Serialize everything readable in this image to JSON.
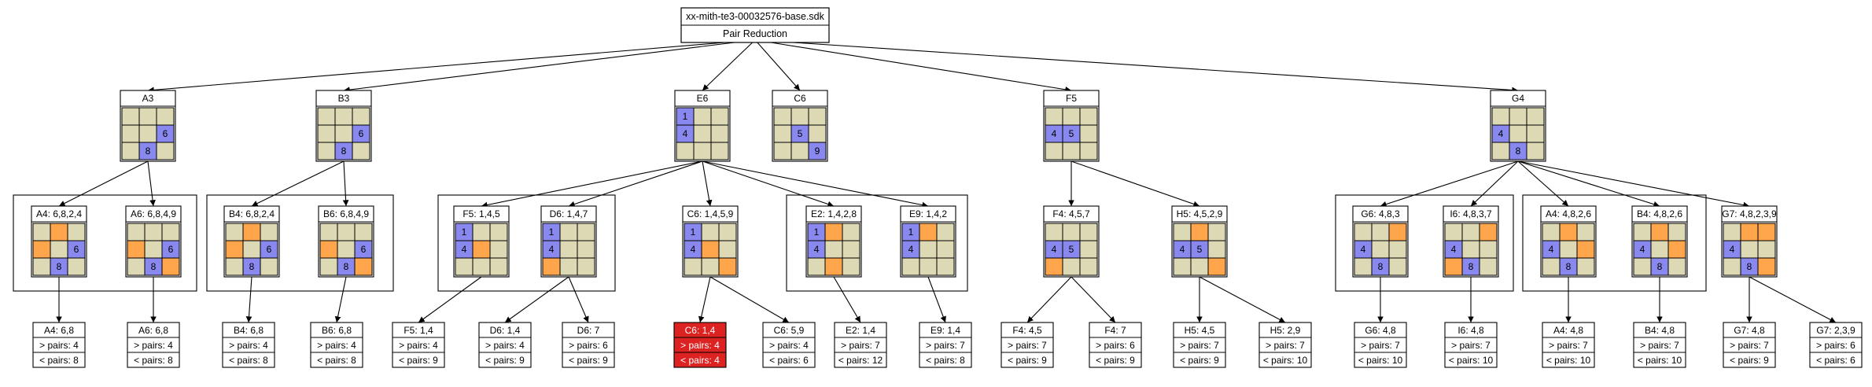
{
  "colors": {
    "empty": "#ddd9b5",
    "filled": "#8888ee",
    "highlight": "#ffa64d",
    "contradiction": "#dd2222",
    "line": "#000000"
  },
  "root": {
    "title": "xx-mith-te3-00032576-base.sdk",
    "subtitle": "Pair Reduction"
  },
  "groups": [
    {
      "id": "A3",
      "label": "A3",
      "grid": [
        [
          0,
          0,
          0
        ],
        [
          0,
          0,
          6
        ],
        [
          0,
          8,
          0
        ]
      ],
      "hl": []
    },
    {
      "id": "B3",
      "label": "B3",
      "grid": [
        [
          0,
          0,
          0
        ],
        [
          0,
          0,
          6
        ],
        [
          0,
          8,
          0
        ]
      ],
      "hl": []
    },
    {
      "id": "E6",
      "label": "E6",
      "grid": [
        [
          1,
          0,
          0
        ],
        [
          4,
          0,
          0
        ],
        [
          0,
          0,
          0
        ]
      ],
      "hl": []
    },
    {
      "id": "C6",
      "label": "C6",
      "grid": [
        [
          0,
          0,
          0
        ],
        [
          0,
          5,
          0
        ],
        [
          0,
          0,
          9
        ]
      ],
      "hl": []
    },
    {
      "id": "F5",
      "label": "F5",
      "grid": [
        [
          0,
          0,
          0
        ],
        [
          4,
          5,
          0
        ],
        [
          0,
          0,
          0
        ]
      ],
      "hl": []
    },
    {
      "id": "G4",
      "label": "G4",
      "grid": [
        [
          0,
          0,
          0
        ],
        [
          4,
          0,
          0
        ],
        [
          0,
          8,
          0
        ]
      ],
      "hl": []
    }
  ],
  "candidates": [
    {
      "id": "A3a",
      "label": "A4: 6,8,2,4",
      "grid": [
        [
          0,
          0,
          0
        ],
        [
          0,
          0,
          6
        ],
        [
          0,
          8,
          0
        ]
      ],
      "hl": [
        [
          0,
          1
        ],
        [
          1,
          0
        ]
      ]
    },
    {
      "id": "A3b",
      "label": "A6: 6,8,4,9",
      "grid": [
        [
          0,
          0,
          0
        ],
        [
          0,
          0,
          6
        ],
        [
          0,
          8,
          0
        ]
      ],
      "hl": [
        [
          1,
          0
        ],
        [
          2,
          2
        ]
      ]
    },
    {
      "id": "B3a",
      "label": "B4: 6,8,2,4",
      "grid": [
        [
          0,
          0,
          0
        ],
        [
          0,
          0,
          6
        ],
        [
          0,
          8,
          0
        ]
      ],
      "hl": [
        [
          0,
          1
        ],
        [
          1,
          0
        ]
      ]
    },
    {
      "id": "B3b",
      "label": "B6: 6,8,4,9",
      "grid": [
        [
          0,
          0,
          0
        ],
        [
          0,
          0,
          6
        ],
        [
          0,
          8,
          0
        ]
      ],
      "hl": [
        [
          1,
          0
        ],
        [
          2,
          2
        ]
      ]
    },
    {
      "id": "E6a",
      "label": "F5: 1,4,5",
      "grid": [
        [
          1,
          0,
          0
        ],
        [
          4,
          0,
          0
        ],
        [
          0,
          0,
          0
        ]
      ],
      "hl": [
        [
          1,
          1
        ]
      ]
    },
    {
      "id": "E6b",
      "label": "D6: 1,4,7",
      "grid": [
        [
          1,
          0,
          0
        ],
        [
          4,
          0,
          0
        ],
        [
          0,
          0,
          0
        ]
      ],
      "hl": [
        [
          2,
          0
        ]
      ]
    },
    {
      "id": "E6c",
      "label": "C6: 1,4,5,9",
      "grid": [
        [
          1,
          0,
          0
        ],
        [
          4,
          0,
          0
        ],
        [
          0,
          0,
          0
        ]
      ],
      "hl": [
        [
          1,
          1
        ],
        [
          2,
          2
        ]
      ]
    },
    {
      "id": "E6d",
      "label": "E2: 1,4,2,8",
      "grid": [
        [
          1,
          0,
          0
        ],
        [
          4,
          0,
          0
        ],
        [
          0,
          0,
          0
        ]
      ],
      "hl": [
        [
          0,
          1
        ],
        [
          2,
          1
        ]
      ]
    },
    {
      "id": "E6e",
      "label": "E9: 1,4,2",
      "grid": [
        [
          1,
          0,
          0
        ],
        [
          4,
          0,
          0
        ],
        [
          0,
          0,
          0
        ]
      ],
      "hl": [
        [
          0,
          1
        ]
      ]
    },
    {
      "id": "F5a",
      "label": "F4: 4,5,7",
      "grid": [
        [
          0,
          0,
          0
        ],
        [
          4,
          5,
          0
        ],
        [
          0,
          0,
          0
        ]
      ],
      "hl": [
        [
          2,
          0
        ]
      ]
    },
    {
      "id": "F5b",
      "label": "H5: 4,5,2,9",
      "grid": [
        [
          0,
          0,
          0
        ],
        [
          4,
          5,
          0
        ],
        [
          0,
          0,
          0
        ]
      ],
      "hl": [
        [
          0,
          1
        ],
        [
          2,
          2
        ]
      ]
    },
    {
      "id": "G4a",
      "label": "G6: 4,8,3",
      "grid": [
        [
          0,
          0,
          0
        ],
        [
          4,
          0,
          0
        ],
        [
          0,
          8,
          0
        ]
      ],
      "hl": [
        [
          0,
          2
        ]
      ]
    },
    {
      "id": "G4b",
      "label": "I6: 4,8,3,7",
      "grid": [
        [
          0,
          0,
          0
        ],
        [
          4,
          0,
          0
        ],
        [
          0,
          8,
          0
        ]
      ],
      "hl": [
        [
          0,
          2
        ],
        [
          2,
          0
        ]
      ]
    },
    {
      "id": "G4c",
      "label": "A4: 4,8,2,6",
      "grid": [
        [
          0,
          0,
          0
        ],
        [
          4,
          0,
          0
        ],
        [
          0,
          8,
          0
        ]
      ],
      "hl": [
        [
          0,
          1
        ],
        [
          1,
          2
        ]
      ]
    },
    {
      "id": "G4d",
      "label": "B4: 4,8,2,6",
      "grid": [
        [
          0,
          0,
          0
        ],
        [
          4,
          0,
          0
        ],
        [
          0,
          8,
          0
        ]
      ],
      "hl": [
        [
          0,
          1
        ],
        [
          1,
          2
        ]
      ]
    },
    {
      "id": "G4e",
      "label": "G7: 4,8,2,3,9",
      "grid": [
        [
          0,
          0,
          0
        ],
        [
          4,
          0,
          0
        ],
        [
          0,
          8,
          0
        ]
      ],
      "hl": [
        [
          0,
          1
        ],
        [
          0,
          2
        ],
        [
          2,
          2
        ]
      ]
    }
  ],
  "leaves": [
    {
      "label": "A4: 6,8",
      "more": "> pairs: 4",
      "less": "< pairs: 8",
      "bad": false
    },
    {
      "label": "A6: 6,8",
      "more": "> pairs: 4",
      "less": "< pairs: 8",
      "bad": false
    },
    {
      "label": "B4: 6,8",
      "more": "> pairs: 4",
      "less": "< pairs: 8",
      "bad": false
    },
    {
      "label": "B6: 6,8",
      "more": "> pairs: 4",
      "less": "< pairs: 8",
      "bad": false
    },
    {
      "label": "F5: 1,4",
      "more": "> pairs: 4",
      "less": "< pairs: 9",
      "bad": false
    },
    {
      "label": "D6: 1,4",
      "more": "> pairs: 4",
      "less": "< pairs: 9",
      "bad": false
    },
    {
      "label": "D6: 7",
      "more": "> pairs: 6",
      "less": "< pairs: 9",
      "bad": false
    },
    {
      "label": "C6: 1,4",
      "more": "> pairs: 4",
      "less": "< pairs: 4",
      "bad": true
    },
    {
      "label": "C6: 5,9",
      "more": "> pairs: 4",
      "less": "< pairs: 6",
      "bad": false
    },
    {
      "label": "E2: 1,4",
      "more": "> pairs: 7",
      "less": "< pairs: 12",
      "bad": false
    },
    {
      "label": "E9: 1,4",
      "more": "> pairs: 7",
      "less": "< pairs: 8",
      "bad": false
    },
    {
      "label": "F4: 4,5",
      "more": "> pairs: 7",
      "less": "< pairs: 9",
      "bad": false
    },
    {
      "label": "F4: 7",
      "more": "> pairs: 6",
      "less": "< pairs: 9",
      "bad": false
    },
    {
      "label": "H5: 4,5",
      "more": "> pairs: 7",
      "less": "< pairs: 9",
      "bad": false
    },
    {
      "label": "H5: 2,9",
      "more": "> pairs: 7",
      "less": "< pairs: 10",
      "bad": false
    },
    {
      "label": "G6: 4,8",
      "more": "> pairs: 7",
      "less": "< pairs: 10",
      "bad": false
    },
    {
      "label": "I6: 4,8",
      "more": "> pairs: 7",
      "less": "< pairs: 10",
      "bad": false
    },
    {
      "label": "A4: 4,8",
      "more": "> pairs: 7",
      "less": "< pairs: 10",
      "bad": false
    },
    {
      "label": "B4: 4,8",
      "more": "> pairs: 7",
      "less": "< pairs: 10",
      "bad": false
    },
    {
      "label": "G7: 4,8",
      "more": "> pairs: 7",
      "less": "< pairs: 9",
      "bad": false
    },
    {
      "label": "G7: 2,3,9",
      "more": "> pairs: 6",
      "less": "< pairs: 6",
      "bad": false
    }
  ]
}
